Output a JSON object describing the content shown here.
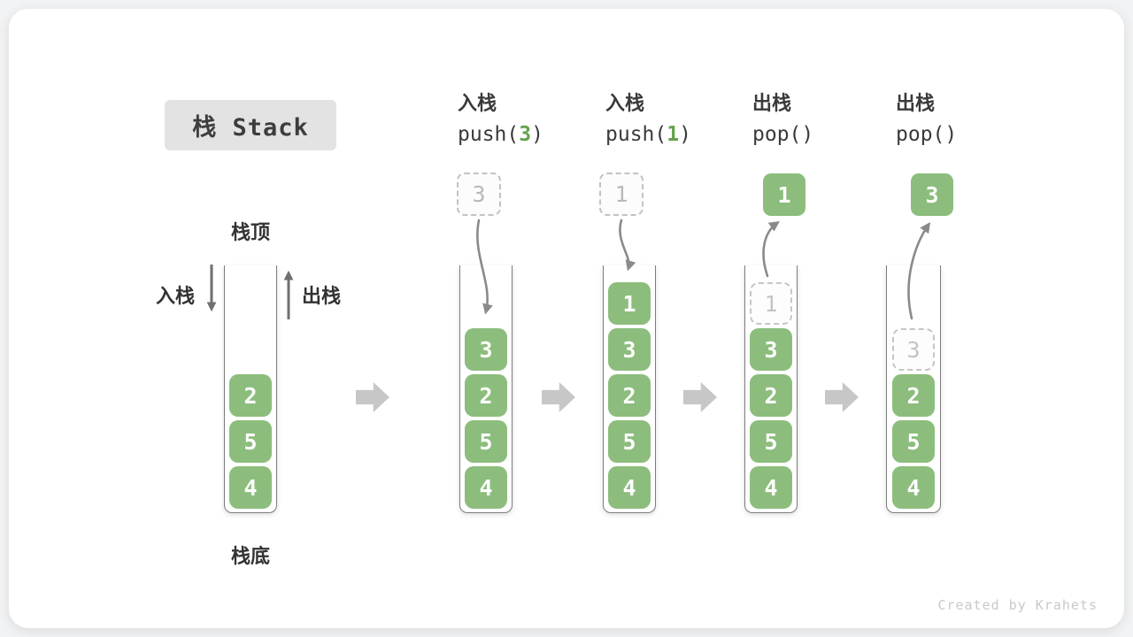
{
  "title": "栈 Stack",
  "watermark": "Created by Krahets",
  "legend": {
    "stack_top": "栈顶",
    "stack_bottom": "栈底",
    "push_side": "入栈",
    "pop_side": "出栈"
  },
  "colors": {
    "cell_green": "#8cbd7d",
    "arg_green": "#64a34c",
    "arrow_gray": "#8a8a8a",
    "chevron_gray": "#c7c7c7",
    "dashed_gray": "#c2c2c2"
  },
  "steps": [
    {
      "name": "initial",
      "cells": [
        "2",
        "5",
        "4"
      ]
    },
    {
      "name": "push-3",
      "op": "入栈",
      "call_prefix": "push(",
      "call_arg": "3",
      "call_suffix": ")",
      "floating_value": "3",
      "cells": [
        "3",
        "2",
        "5",
        "4"
      ]
    },
    {
      "name": "push-1",
      "op": "入栈",
      "call_prefix": "push(",
      "call_arg": "1",
      "call_suffix": ")",
      "floating_value": "1",
      "cells": [
        "1",
        "3",
        "2",
        "5",
        "4"
      ]
    },
    {
      "name": "pop-1",
      "op": "出栈",
      "call_prefix": "pop(",
      "call_arg": "",
      "call_suffix": ")",
      "floating_value": "1",
      "ghost_value": "1",
      "cells": [
        "3",
        "2",
        "5",
        "4"
      ]
    },
    {
      "name": "pop-3",
      "op": "出栈",
      "call_prefix": "pop(",
      "call_arg": "",
      "call_suffix": ")",
      "floating_value": "3",
      "ghost_value": "3",
      "cells": [
        "2",
        "5",
        "4"
      ]
    }
  ]
}
